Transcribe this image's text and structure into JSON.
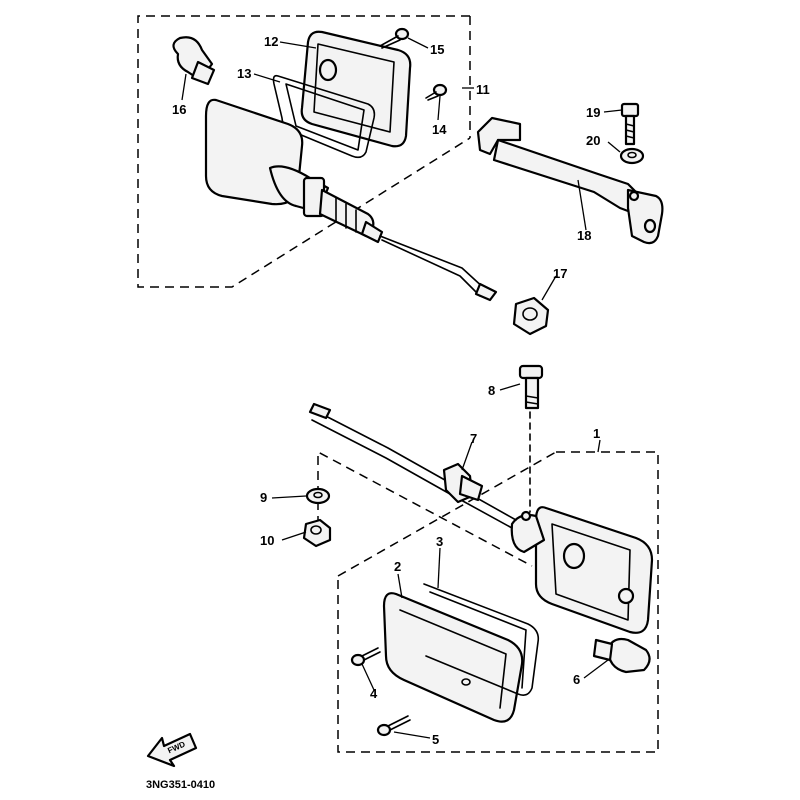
{
  "diagram_code": "3NG351-0410",
  "direction_arrow": {
    "label": "FWD",
    "icon": "forward-arrow-icon"
  },
  "callouts": {
    "c1": "1",
    "c2": "2",
    "c3": "3",
    "c4": "4",
    "c5": "5",
    "c6": "6",
    "c7": "7",
    "c8": "8",
    "c9": "9",
    "c10": "10",
    "c11": "11",
    "c12": "12",
    "c13": "13",
    "c14": "14",
    "c15": "15",
    "c16": "16",
    "c17": "17",
    "c18": "18",
    "c19": "19",
    "c20": "20"
  },
  "parts": {
    "upper_assembly": {
      "callout": "11",
      "icon": "turn-signal-assembly-icon"
    },
    "lower_assembly": {
      "callout": "1",
      "icon": "turn-signal-assembly-icon"
    },
    "bracket": {
      "callout": "18",
      "icon": "stay-bracket-icon"
    }
  }
}
